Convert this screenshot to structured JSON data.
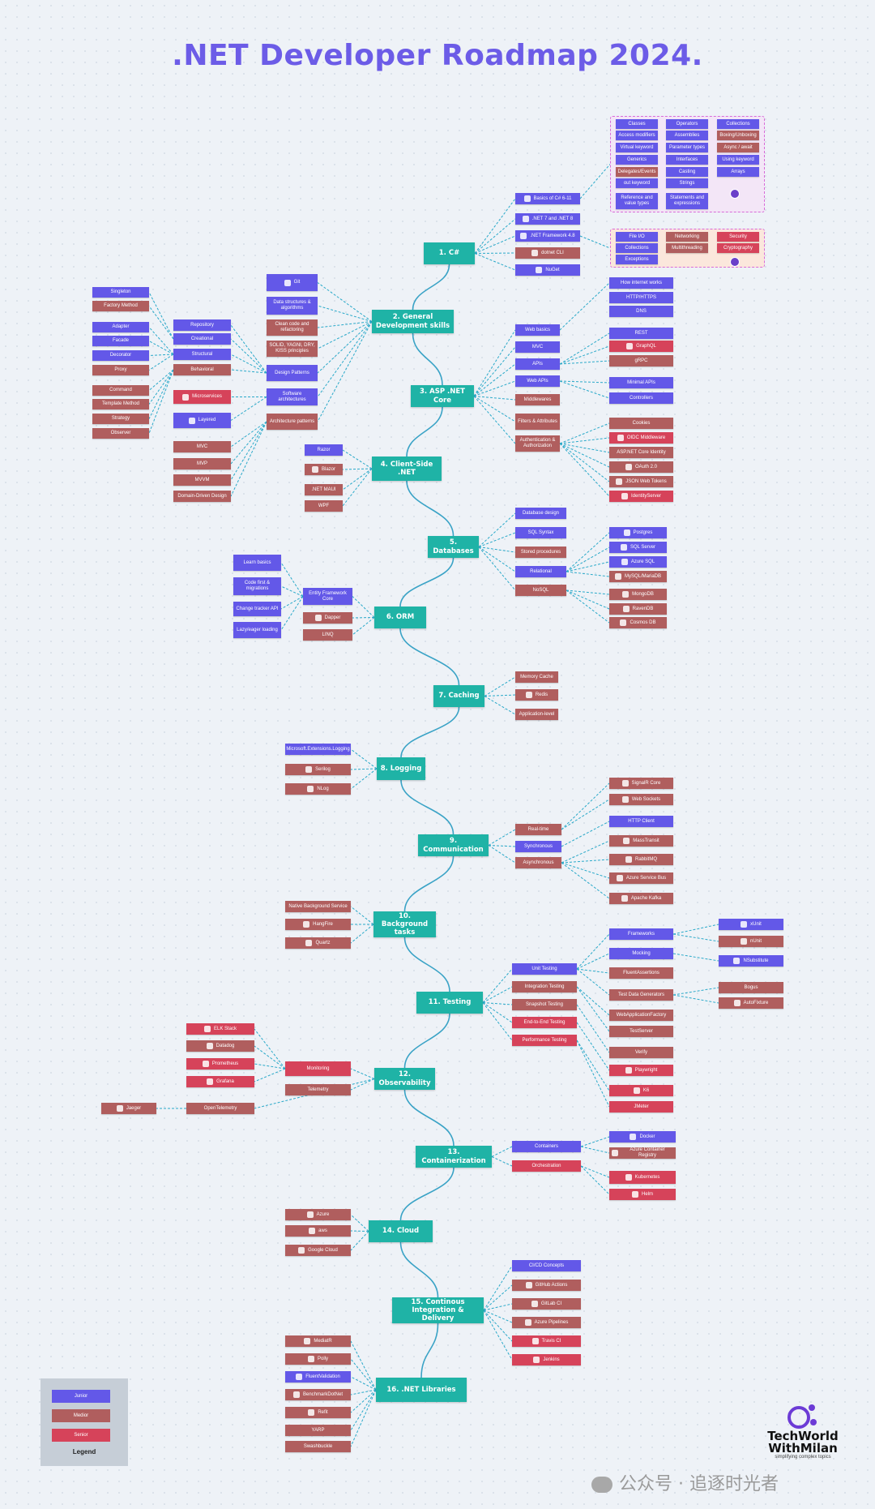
{
  "title": ".NET Developer Roadmap 2024.",
  "colors": {
    "junior": "#6358e8",
    "medior": "#b05e5e",
    "senior": "#d6435a",
    "main": "#1fb3a6",
    "line": "#2aa9c9",
    "spine": "#3aa3c6"
  },
  "main_topics": [
    {
      "id": "m1",
      "label": "1. C#"
    },
    {
      "id": "m2",
      "label": "2. General Development skills"
    },
    {
      "id": "m3",
      "label": "3. ASP .NET Core"
    },
    {
      "id": "m4",
      "label": "4. Client-Side .NET"
    },
    {
      "id": "m5",
      "label": "5. Databases"
    },
    {
      "id": "m6",
      "label": "6. ORM"
    },
    {
      "id": "m7",
      "label": "7. Caching"
    },
    {
      "id": "m8",
      "label": "8. Logging"
    },
    {
      "id": "m9",
      "label": "9. Communication"
    },
    {
      "id": "m10",
      "label": "10. Background tasks"
    },
    {
      "id": "m11",
      "label": "11. Testing"
    },
    {
      "id": "m12",
      "label": "12. Observability"
    },
    {
      "id": "m13",
      "label": "13. Containerization"
    },
    {
      "id": "m14",
      "label": "14. Cloud"
    },
    {
      "id": "m15",
      "label": "15. Continous Integration & Delivery"
    },
    {
      "id": "m16",
      "label": "16. .NET Libraries"
    }
  ],
  "nodes": [
    {
      "id": "cs1",
      "label": "Basics of C# 6-11",
      "level": "junior",
      "icon": "csharp-icon"
    },
    {
      "id": "cs2",
      "label": ".NET 7 and .NET 8",
      "level": "junior",
      "icon": "dotnet-icon"
    },
    {
      "id": "cs3",
      "label": ".NET Framework 4.8",
      "level": "junior",
      "icon": "dotnet-icon"
    },
    {
      "id": "cs4",
      "label": "dotnet CLI",
      "level": "medior",
      "icon": "terminal-icon"
    },
    {
      "id": "cs5",
      "label": "NuGet",
      "level": "junior",
      "icon": "nuget-icon"
    },
    {
      "id": "b1",
      "label": "Classes",
      "level": "junior"
    },
    {
      "id": "b2",
      "label": "Operators",
      "level": "junior"
    },
    {
      "id": "b3",
      "label": "Collections",
      "level": "junior"
    },
    {
      "id": "b4",
      "label": "Access modifiers",
      "level": "junior"
    },
    {
      "id": "b5",
      "label": "Assemblies",
      "level": "junior"
    },
    {
      "id": "b6",
      "label": "Boxing/Unboxing",
      "level": "medior"
    },
    {
      "id": "b7",
      "label": "Virtual keyword",
      "level": "junior"
    },
    {
      "id": "b8",
      "label": "Parameter types",
      "level": "junior"
    },
    {
      "id": "b9",
      "label": "Async / await",
      "level": "medior"
    },
    {
      "id": "b10",
      "label": "Generics",
      "level": "junior"
    },
    {
      "id": "b11",
      "label": "Interfaces",
      "level": "junior"
    },
    {
      "id": "b12",
      "label": "Using keyword",
      "level": "junior"
    },
    {
      "id": "b13",
      "label": "Delegates/Events",
      "level": "medior"
    },
    {
      "id": "b14",
      "label": "Casting",
      "level": "junior"
    },
    {
      "id": "b15",
      "label": "Arrays",
      "level": "junior"
    },
    {
      "id": "b16",
      "label": "out keyword",
      "level": "junior"
    },
    {
      "id": "b17",
      "label": "Strings",
      "level": "junior"
    },
    {
      "id": "b18",
      "label": "Reference and value types",
      "level": "junior"
    },
    {
      "id": "b19",
      "label": "Statements and expressions",
      "level": "junior"
    },
    {
      "id": "f1",
      "label": "File I/O",
      "level": "junior"
    },
    {
      "id": "f2",
      "label": "Networking",
      "level": "medior"
    },
    {
      "id": "f3",
      "label": "Security",
      "level": "senior"
    },
    {
      "id": "f4",
      "label": "Collections",
      "level": "junior"
    },
    {
      "id": "f5",
      "label": "Multithreading",
      "level": "medior"
    },
    {
      "id": "f6",
      "label": "Cryptography",
      "level": "senior"
    },
    {
      "id": "f7",
      "label": "Exceptions",
      "level": "junior"
    },
    {
      "id": "g1",
      "label": "Git",
      "level": "junior",
      "icon": "git-icon"
    },
    {
      "id": "g2",
      "label": "Data structures & algorithms",
      "level": "junior"
    },
    {
      "id": "g3",
      "label": "Clean code and refactoring",
      "level": "medior"
    },
    {
      "id": "g4",
      "label": "SOLID, YAGNI, DRY, KISS principles",
      "level": "medior"
    },
    {
      "id": "g5",
      "label": "Design Patterns",
      "level": "junior"
    },
    {
      "id": "g6",
      "label": "Software architectures",
      "level": "junior"
    },
    {
      "id": "g7",
      "label": "Architecture patterns",
      "level": "medior"
    },
    {
      "id": "dp1",
      "label": "Repository",
      "level": "junior"
    },
    {
      "id": "dp2",
      "label": "Creational",
      "level": "junior"
    },
    {
      "id": "dp3",
      "label": "Structural",
      "level": "junior"
    },
    {
      "id": "dp4",
      "label": "Behavioral",
      "level": "medior"
    },
    {
      "id": "dp5",
      "label": "Singleton",
      "level": "junior"
    },
    {
      "id": "dp6",
      "label": "Factory Method",
      "level": "medior"
    },
    {
      "id": "dp7",
      "label": "Adapter",
      "level": "junior"
    },
    {
      "id": "dp8",
      "label": "Facade",
      "level": "junior"
    },
    {
      "id": "dp9",
      "label": "Decorator",
      "level": "junior"
    },
    {
      "id": "dp10",
      "label": "Proxy",
      "level": "medior"
    },
    {
      "id": "dp11",
      "label": "Command",
      "level": "medior"
    },
    {
      "id": "dp12",
      "label": "Template Method",
      "level": "medior"
    },
    {
      "id": "dp13",
      "label": "Strategy",
      "level": "medior"
    },
    {
      "id": "dp14",
      "label": "Observer",
      "level": "medior"
    },
    {
      "id": "ar1",
      "label": "Microservices",
      "level": "senior",
      "icon": "microservices-icon"
    },
    {
      "id": "ar2",
      "label": "Layered",
      "level": "junior",
      "icon": "layers-icon"
    },
    {
      "id": "ap1",
      "label": "MVC",
      "level": "medior"
    },
    {
      "id": "ap2",
      "label": "MVP",
      "level": "medior"
    },
    {
      "id": "ap3",
      "label": "MVVM",
      "level": "medior"
    },
    {
      "id": "ap4",
      "label": "Domain-Driven Design",
      "level": "medior"
    },
    {
      "id": "a1",
      "label": "Web basics",
      "level": "junior"
    },
    {
      "id": "a2",
      "label": "MVC",
      "level": "junior"
    },
    {
      "id": "a3",
      "label": "APIs",
      "level": "junior"
    },
    {
      "id": "a4",
      "label": "Web APIs",
      "level": "junior"
    },
    {
      "id": "a5",
      "label": "Middlewares",
      "level": "medior"
    },
    {
      "id": "a6",
      "label": "Filters & Attributes",
      "level": "medior"
    },
    {
      "id": "a7",
      "label": "Authentication & Authorization",
      "level": "medior"
    },
    {
      "id": "w1",
      "label": "How internet works",
      "level": "junior"
    },
    {
      "id": "w2",
      "label": "HTTP/HTTPS",
      "level": "junior"
    },
    {
      "id": "w3",
      "label": "DNS",
      "level": "junior"
    },
    {
      "id": "w4",
      "label": "REST",
      "level": "junior"
    },
    {
      "id": "w5",
      "label": "GraphQL",
      "level": "senior",
      "icon": "graphql-icon"
    },
    {
      "id": "w6",
      "label": "gRPC",
      "level": "medior"
    },
    {
      "id": "w7",
      "label": "Minimal APIs",
      "level": "junior"
    },
    {
      "id": "w8",
      "label": "Controllers",
      "level": "junior"
    },
    {
      "id": "au1",
      "label": "Cookies",
      "level": "medior"
    },
    {
      "id": "au2",
      "label": "OIDC Middleware",
      "level": "senior",
      "icon": "oidc-icon"
    },
    {
      "id": "au3",
      "label": "ASP.NET Core Identity",
      "level": "medior"
    },
    {
      "id": "au4",
      "label": "OAuth 2.0",
      "level": "medior",
      "icon": "oauth-icon"
    },
    {
      "id": "au5",
      "label": "JSON Web Tokens",
      "level": "medior",
      "icon": "jwt-icon"
    },
    {
      "id": "au6",
      "label": "IdentityServer",
      "level": "senior",
      "icon": "identityserver-icon"
    },
    {
      "id": "c1",
      "label": "Razor",
      "level": "junior"
    },
    {
      "id": "c2",
      "label": "Blazor",
      "level": "medior",
      "icon": "blazor-icon"
    },
    {
      "id": "c3",
      "label": ".NET MAUI",
      "level": "medior"
    },
    {
      "id": "c4",
      "label": "WPF",
      "level": "medior"
    },
    {
      "id": "d1",
      "label": "Database design",
      "level": "junior"
    },
    {
      "id": "d2",
      "label": "SQL Syntax",
      "level": "junior"
    },
    {
      "id": "d3",
      "label": "Stored procedures",
      "level": "medior"
    },
    {
      "id": "d4",
      "label": "Relational",
      "level": "junior"
    },
    {
      "id": "d5",
      "label": "NoSQL",
      "level": "medior"
    },
    {
      "id": "r1",
      "label": "Postgres",
      "level": "junior",
      "icon": "postgres-icon"
    },
    {
      "id": "r2",
      "label": "SQL Server",
      "level": "junior",
      "icon": "sqlserver-icon"
    },
    {
      "id": "r3",
      "label": "Azure SQL",
      "level": "junior",
      "icon": "azure-icon"
    },
    {
      "id": "r4",
      "label": "MySQL/MariaDB",
      "level": "medior",
      "icon": "mysql-icon"
    },
    {
      "id": "n1",
      "label": "MongoDB",
      "level": "medior",
      "icon": "mongodb-icon"
    },
    {
      "id": "n2",
      "label": "RavenDB",
      "level": "medior",
      "icon": "ravendb-icon"
    },
    {
      "id": "n3",
      "label": "Cosmos DB",
      "level": "medior",
      "icon": "cosmosdb-icon"
    },
    {
      "id": "o1",
      "label": "Entity Framework Core",
      "level": "junior"
    },
    {
      "id": "o2",
      "label": "Dapper",
      "level": "medior",
      "icon": "dapper-icon"
    },
    {
      "id": "o3",
      "label": "LINQ",
      "level": "medior"
    },
    {
      "id": "e1",
      "label": "Learn basics",
      "level": "junior"
    },
    {
      "id": "e2",
      "label": "Code first & migrations",
      "level": "junior"
    },
    {
      "id": "e3",
      "label": "Change tracker API",
      "level": "junior"
    },
    {
      "id": "e4",
      "label": "Lazy/eager loading",
      "level": "junior"
    },
    {
      "id": "k1",
      "label": "Memory Cache",
      "level": "medior"
    },
    {
      "id": "k2",
      "label": "Redis",
      "level": "medior",
      "icon": "redis-icon"
    },
    {
      "id": "k3",
      "label": "Application-level",
      "level": "medior"
    },
    {
      "id": "l1",
      "label": "Microsoft.Extensions.Logging",
      "level": "junior"
    },
    {
      "id": "l2",
      "label": "Serilog",
      "level": "medior",
      "icon": "serilog-icon"
    },
    {
      "id": "l3",
      "label": "NLog",
      "level": "medior",
      "icon": "nlog-icon"
    },
    {
      "id": "cm1",
      "label": "Real-time",
      "level": "medior"
    },
    {
      "id": "cm2",
      "label": "Synchronous",
      "level": "junior"
    },
    {
      "id": "cm3",
      "label": "Asynchronous",
      "level": "medior"
    },
    {
      "id": "cm4",
      "label": "SignalR Core",
      "level": "medior",
      "icon": "signalr-icon"
    },
    {
      "id": "cm5",
      "label": "Web Sockets",
      "level": "medior",
      "icon": "websockets-icon"
    },
    {
      "id": "cm6",
      "label": "HTTP Client",
      "level": "junior"
    },
    {
      "id": "cm7",
      "label": "MassTransit",
      "level": "medior",
      "icon": "masstransit-icon"
    },
    {
      "id": "cm8",
      "label": "RabbitMQ",
      "level": "medior",
      "icon": "rabbitmq-icon"
    },
    {
      "id": "cm9",
      "label": "Azure Service Bus",
      "level": "medior",
      "icon": "azure-service-bus-icon"
    },
    {
      "id": "cm10",
      "label": "Apache Kafka",
      "level": "medior",
      "icon": "kafka-icon"
    },
    {
      "id": "bg1",
      "label": "Native Background Service",
      "level": "medior"
    },
    {
      "id": "bg2",
      "label": "HangFire",
      "level": "medior",
      "icon": "hangfire-icon"
    },
    {
      "id": "bg3",
      "label": "Quartz",
      "level": "medior",
      "icon": "quartz-icon"
    },
    {
      "id": "t1",
      "label": "Unit Testing",
      "level": "junior"
    },
    {
      "id": "t2",
      "label": "Integration Testing",
      "level": "medior"
    },
    {
      "id": "t3",
      "label": "Snapshot Testing",
      "level": "medior"
    },
    {
      "id": "t4",
      "label": "End-to-End Testing",
      "level": "senior"
    },
    {
      "id": "t5",
      "label": "Performance Testing",
      "level": "senior"
    },
    {
      "id": "ut1",
      "label": "Frameworks",
      "level": "junior"
    },
    {
      "id": "ut2",
      "label": "Mocking",
      "level": "junior"
    },
    {
      "id": "ut3",
      "label": "FluentAssertions",
      "level": "medior"
    },
    {
      "id": "ut4",
      "label": "Test Data Generators",
      "level": "medior"
    },
    {
      "id": "ut5",
      "label": "xUnit",
      "level": "junior",
      "icon": "xunit-icon"
    },
    {
      "id": "ut6",
      "label": "nUnit",
      "level": "medior",
      "icon": "nunit-icon"
    },
    {
      "id": "ut7",
      "label": "NSubstitute",
      "level": "junior",
      "icon": "nsubstitute-icon"
    },
    {
      "id": "ut8",
      "label": "Bogus",
      "level": "medior"
    },
    {
      "id": "ut9",
      "label": "AutoFixture",
      "level": "medior",
      "icon": "autofixture-icon"
    },
    {
      "id": "it1",
      "label": "WebApplicationFactory",
      "level": "medior"
    },
    {
      "id": "it2",
      "label": "TestServer",
      "level": "medior"
    },
    {
      "id": "it3",
      "label": "Verify",
      "level": "medior"
    },
    {
      "id": "it4",
      "label": "Playwright",
      "level": "senior",
      "icon": "playwright-icon"
    },
    {
      "id": "it5",
      "label": "K6",
      "level": "senior",
      "icon": "k6-icon"
    },
    {
      "id": "it6",
      "label": "JMeter",
      "level": "senior"
    },
    {
      "id": "ob1",
      "label": "ELK Stack",
      "level": "senior",
      "icon": "elk-icon"
    },
    {
      "id": "ob2",
      "label": "Datadog",
      "level": "medior",
      "icon": "datadog-icon"
    },
    {
      "id": "ob3",
      "label": "Prometheus",
      "level": "senior",
      "icon": "prometheus-icon"
    },
    {
      "id": "ob4",
      "label": "Grafana",
      "level": "senior",
      "icon": "grafana-icon"
    },
    {
      "id": "ob5",
      "label": "Monitoring",
      "level": "senior"
    },
    {
      "id": "ob6",
      "label": "Telemetry",
      "level": "medior"
    },
    {
      "id": "ob7",
      "label": "OpenTelemetry",
      "level": "medior"
    },
    {
      "id": "ob8",
      "label": "Jaeger",
      "level": "medior",
      "icon": "jaeger-icon"
    },
    {
      "id": "ct1",
      "label": "Containers",
      "level": "junior"
    },
    {
      "id": "ct2",
      "label": "Orchestration",
      "level": "senior"
    },
    {
      "id": "ct3",
      "label": "Docker",
      "level": "junior",
      "icon": "docker-icon"
    },
    {
      "id": "ct4",
      "label": "Azure Container Registry",
      "level": "medior",
      "icon": "acr-icon"
    },
    {
      "id": "ct5",
      "label": "Kubernetes",
      "level": "senior",
      "icon": "kubernetes-icon"
    },
    {
      "id": "ct6",
      "label": "Helm",
      "level": "senior",
      "icon": "helm-icon"
    },
    {
      "id": "cl1",
      "label": "Azure",
      "level": "medior",
      "icon": "azure-icon"
    },
    {
      "id": "cl2",
      "label": "aws",
      "level": "medior",
      "icon": "aws-icon"
    },
    {
      "id": "cl3",
      "label": "Google Cloud",
      "level": "medior",
      "icon": "gcloud-icon"
    },
    {
      "id": "ci1",
      "label": "CI/CD Concepts",
      "level": "junior"
    },
    {
      "id": "ci2",
      "label": "GitHub Actions",
      "level": "medior",
      "icon": "github-icon"
    },
    {
      "id": "ci3",
      "label": "GitLab CI",
      "level": "medior",
      "icon": "gitlab-icon"
    },
    {
      "id": "ci4",
      "label": "Azure Pipelines",
      "level": "medior",
      "icon": "azure-pipelines-icon"
    },
    {
      "id": "ci5",
      "label": "Travis CI",
      "level": "senior",
      "icon": "travis-icon"
    },
    {
      "id": "ci6",
      "label": "Jenkins",
      "level": "senior",
      "icon": "jenkins-icon"
    },
    {
      "id": "lb1",
      "label": "MediatR",
      "level": "medior",
      "icon": "mediatr-icon"
    },
    {
      "id": "lb2",
      "label": "Polly",
      "level": "medior",
      "icon": "polly-icon"
    },
    {
      "id": "lb3",
      "label": "FluentValidation",
      "level": "junior",
      "icon": "fluentvalidation-icon"
    },
    {
      "id": "lb4",
      "label": "BenchmarkDotNet",
      "level": "medior",
      "icon": "benchmark-icon"
    },
    {
      "id": "lb5",
      "label": "Refit",
      "level": "medior",
      "icon": "refit-icon"
    },
    {
      "id": "lb6",
      "label": "YARP",
      "level": "medior"
    },
    {
      "id": "lb7",
      "label": "Swashbuckle",
      "level": "medior"
    }
  ],
  "legend": {
    "title": "Legend",
    "items": [
      {
        "label": "Junior",
        "level": "junior"
      },
      {
        "label": "Medior",
        "level": "medior"
      },
      {
        "label": "Senior",
        "level": "senior"
      }
    ]
  },
  "logo": {
    "line1": "TechWorld",
    "line2": "WithMilan",
    "tagline": "simplifying complex topics"
  },
  "watermark": "公众号 · 追逐时光者"
}
